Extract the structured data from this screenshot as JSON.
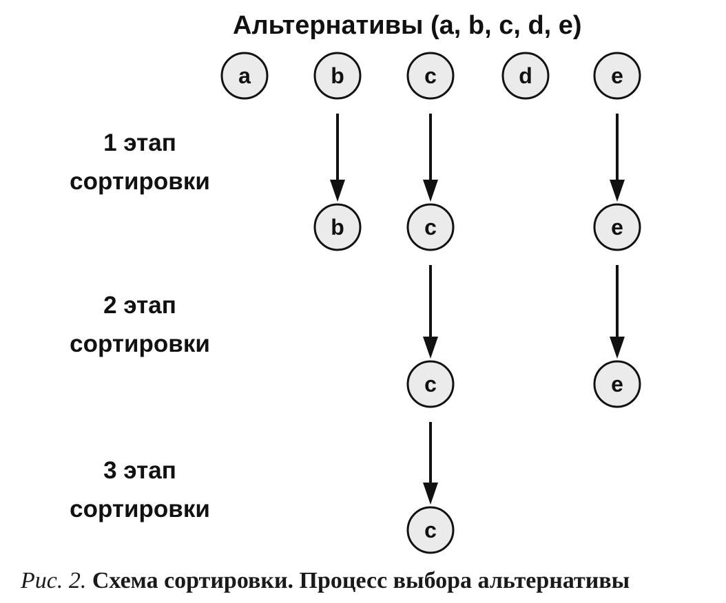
{
  "title": "Альтернативы (a, b, c, d, e)",
  "alternatives": [
    "a",
    "b",
    "c",
    "d",
    "e"
  ],
  "stages": [
    {
      "line1": "1 этап",
      "line2": "сортировки",
      "survivors": [
        "b",
        "c",
        "e"
      ]
    },
    {
      "line1": "2 этап",
      "line2": "сортировки",
      "survivors": [
        "c",
        "e"
      ]
    },
    {
      "line1": "3 этап",
      "line2": "сортировки",
      "survivors": [
        "c"
      ]
    }
  ],
  "caption": {
    "prefix": "Рис. 2.",
    "text": "Схема сортировки. Процесс выбора альтернативы"
  },
  "colors": {
    "node_fill": "#ebebeb",
    "stroke": "#111111"
  }
}
